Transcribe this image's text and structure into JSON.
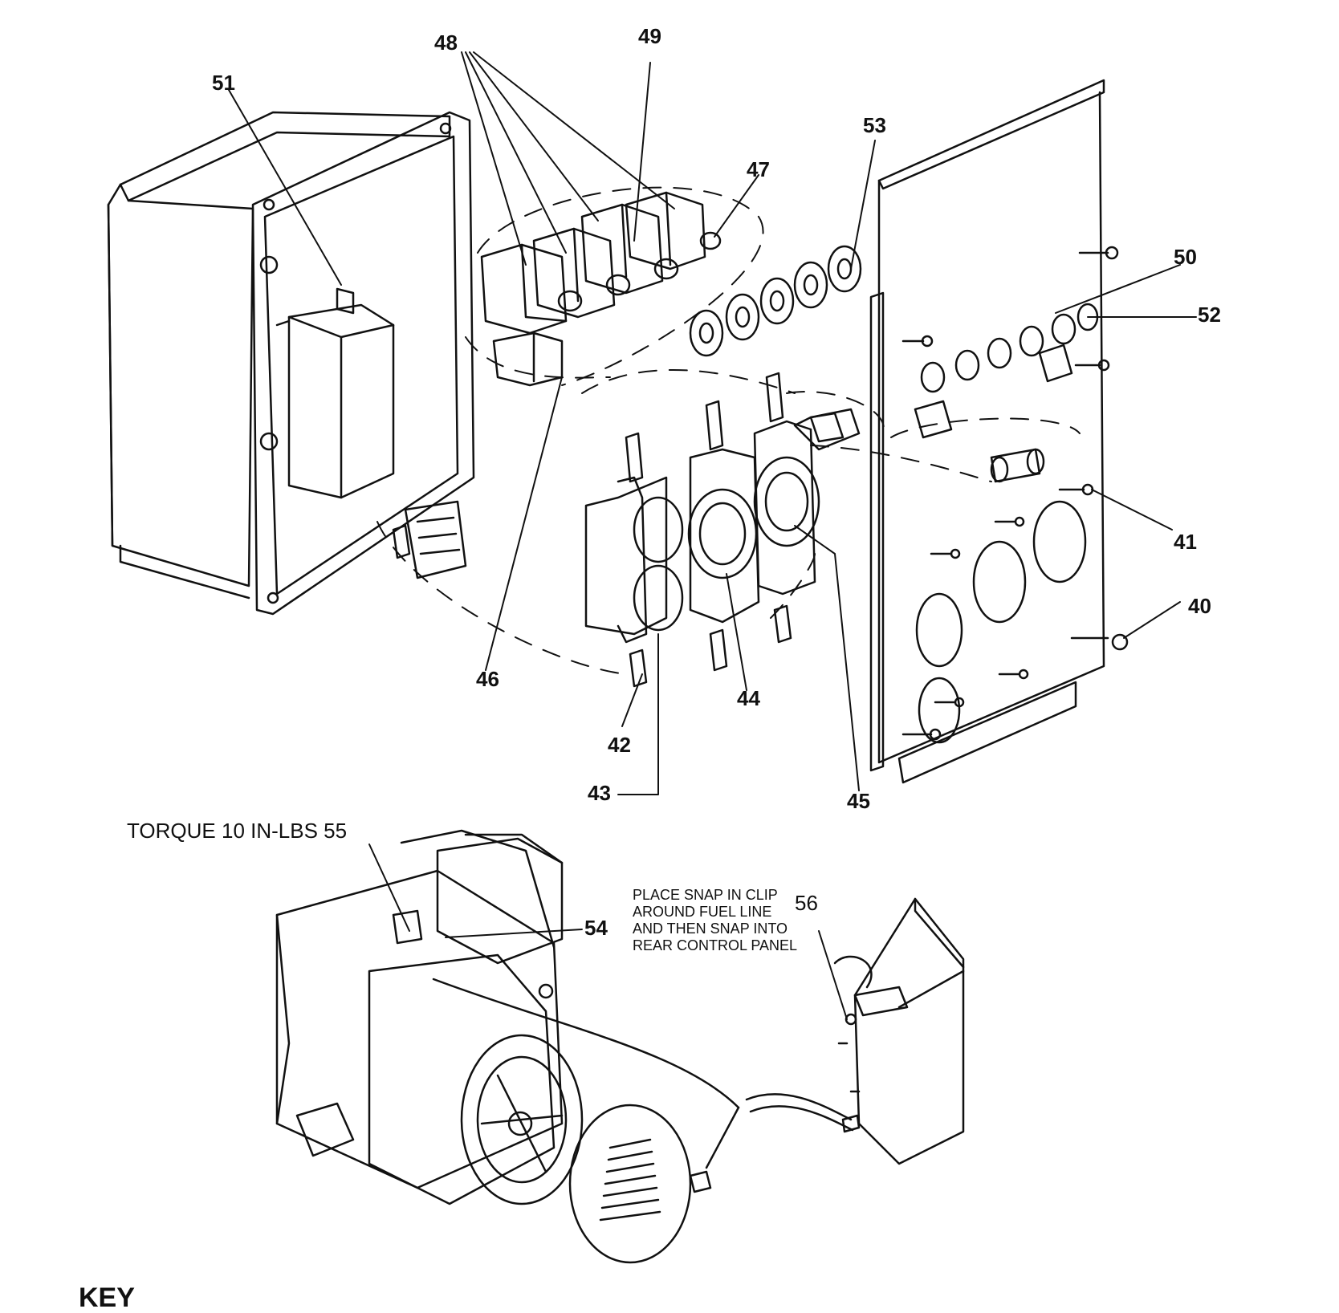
{
  "callouts": {
    "c40": "40",
    "c41": "41",
    "c42": "42",
    "c43": "43",
    "c44": "44",
    "c45": "45",
    "c46": "46",
    "c47": "47",
    "c48": "48",
    "c49": "49",
    "c50": "50",
    "c51": "51",
    "c52": "52",
    "c53": "53",
    "c54": "54",
    "c56": "56"
  },
  "torque_note": "TORQUE 10 IN-LBS 55",
  "clip_note": "PLACE SNAP IN CLIP\nAROUND FUEL LINE\nAND THEN SNAP INTO\nREAR CONTROL PANEL",
  "key_label": "KEY"
}
